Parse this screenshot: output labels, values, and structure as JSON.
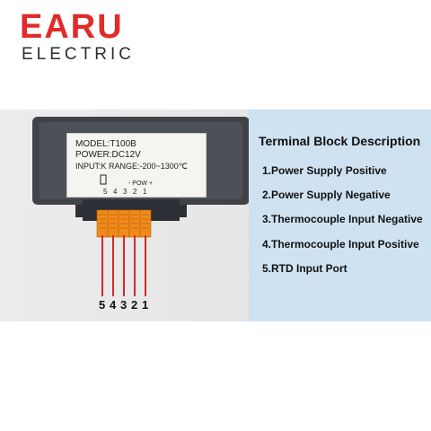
{
  "brand": {
    "name": "EARU",
    "subtitle": "ELECTRIC"
  },
  "device_label": {
    "model": "MODEL:T100B",
    "power": "POWER:DC12V",
    "input": "INPUT:K  RANGE:-200~1300℃",
    "terminal_numbers": [
      "5",
      "4",
      "3",
      "2",
      "1"
    ],
    "pow_label": "- POW +"
  },
  "wire_numbers": [
    "5",
    "4",
    "3",
    "2",
    "1"
  ],
  "panel": {
    "title": "Terminal Block Description",
    "items": [
      "1.Power Supply Positive",
      "2.Power Supply Negative",
      "3.Thermocouple Input Negative",
      "4.Thermocouple Input Positive",
      "5.RTD Input Port"
    ]
  },
  "colors": {
    "brand_red": "#e12b2b",
    "device_body": "#4a4f54",
    "terminal_orange": "#f08a1a",
    "wire_red": "#d22a2a",
    "panel_blue": "#cfe2f2"
  }
}
